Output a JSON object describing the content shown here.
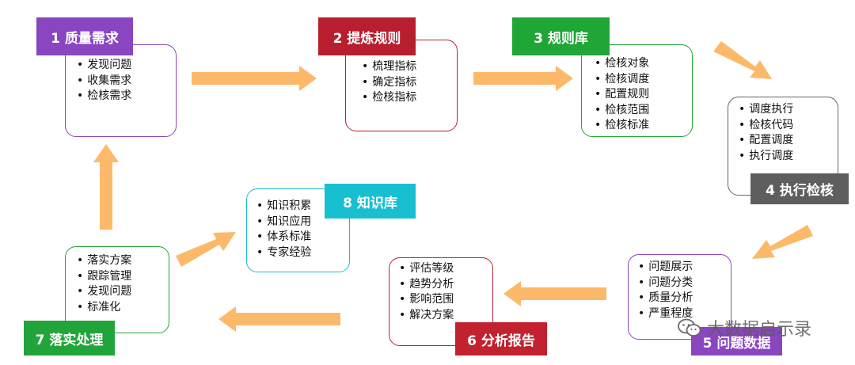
{
  "steps": [
    {
      "label": "1 质量需求",
      "color": "#8a45c0",
      "items": [
        "发现问题",
        "收集需求",
        "检核需求"
      ]
    },
    {
      "label": "2 提炼规则",
      "color": "#b81f2e",
      "items": [
        "梳理指标",
        "确定指标",
        "检核指标"
      ]
    },
    {
      "label": "3 规则库",
      "color": "#1fa637",
      "items": [
        "检核对象",
        "检核调度",
        "配置规则",
        "检核范围",
        "检核标准"
      ]
    },
    {
      "label": "4 执行检核",
      "color": "#5e5e5e",
      "items": [
        "调度执行",
        "检核代码",
        "配置调度",
        "执行调度"
      ]
    },
    {
      "label": "5 问题数据",
      "color": "#8a45c0",
      "items": [
        "问题展示",
        "问题分类",
        "质量分析",
        "严重程度"
      ]
    },
    {
      "label": "6 分析报告",
      "color": "#c2212f",
      "items": [
        "评估等级",
        "趋势分析",
        "影响范围",
        "解决方案"
      ]
    },
    {
      "label": "7 落实处理",
      "color": "#21a53a",
      "items": [
        "落实方案",
        "跟踪管理",
        "发现问题",
        "标准化"
      ]
    },
    {
      "label": "8 知识库",
      "color": "#17bfd0",
      "items": [
        "知识积累",
        "知识应用",
        "体系标准",
        "专家经验"
      ]
    }
  ],
  "arrow_color": "#fdb96a",
  "watermark": {
    "text": "大数据启示录"
  }
}
